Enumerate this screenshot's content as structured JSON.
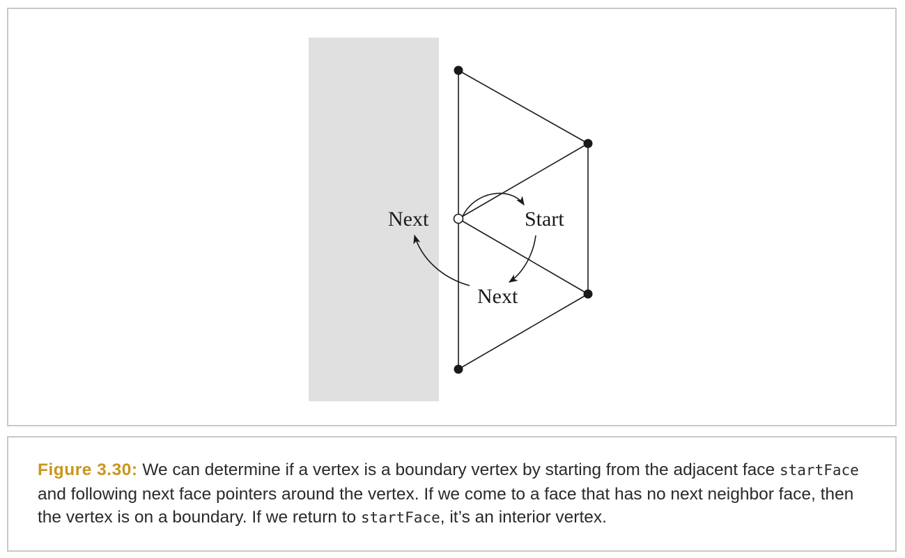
{
  "diagram": {
    "labels": {
      "next_left": "Next",
      "start": "Start",
      "next_bottom": "Next"
    },
    "colors": {
      "boundary_region": "#e0e0e0",
      "edge": "#1a1a1a",
      "vertex_fill": "#1a1a1a",
      "open_vertex_fill": "#ffffff"
    }
  },
  "caption": {
    "label": "Figure 3.30:",
    "part1": " We can determine if a vertex is a boundary vertex by starting from the adjacent face ",
    "code1": "startFace",
    "part2": " and following next face pointers around the vertex. If we come to a face that has no next neighbor face, then the vertex is on a boundary. If we return to ",
    "code2": "startFace",
    "part3": ", it’s an interior vertex.",
    "label_color": "#c8961e"
  }
}
